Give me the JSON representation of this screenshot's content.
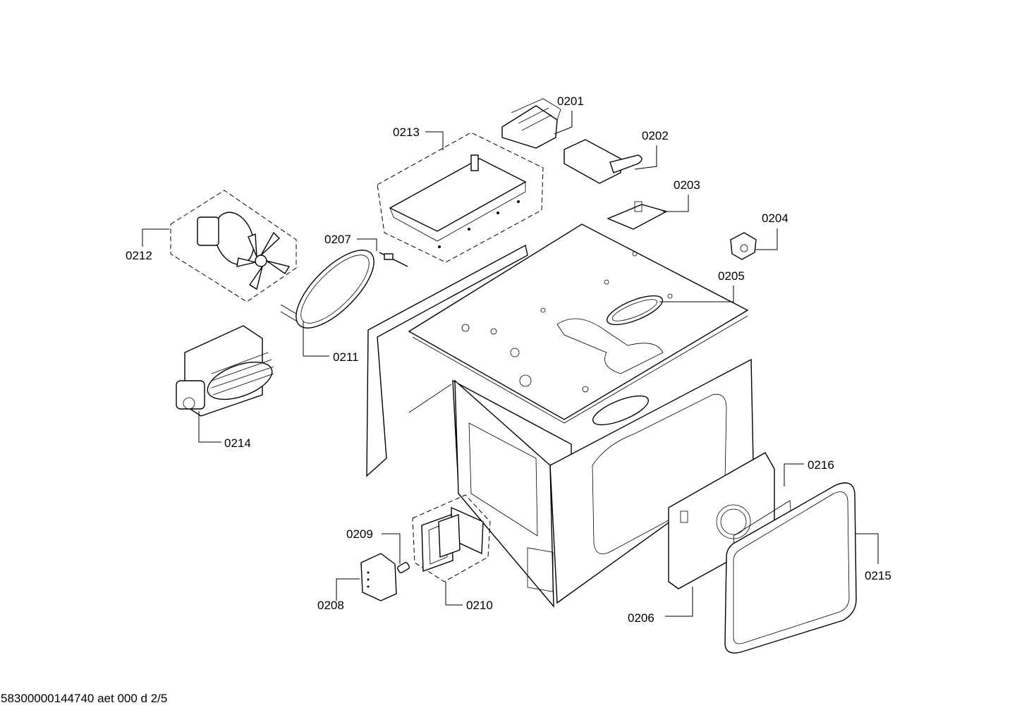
{
  "document_id": "58300000144740 aet 000 d 2/5",
  "part_labels": {
    "p0201": "0201",
    "p0202": "0202",
    "p0203": "0203",
    "p0204": "0204",
    "p0205": "0205",
    "p0206": "0206",
    "p0207": "0207",
    "p0208": "0208",
    "p0209": "0209",
    "p0210": "0210",
    "p0211": "0211",
    "p0212": "0212",
    "p0213": "0213",
    "p0214": "0214",
    "p0215": "0215",
    "p0216": "0216"
  }
}
